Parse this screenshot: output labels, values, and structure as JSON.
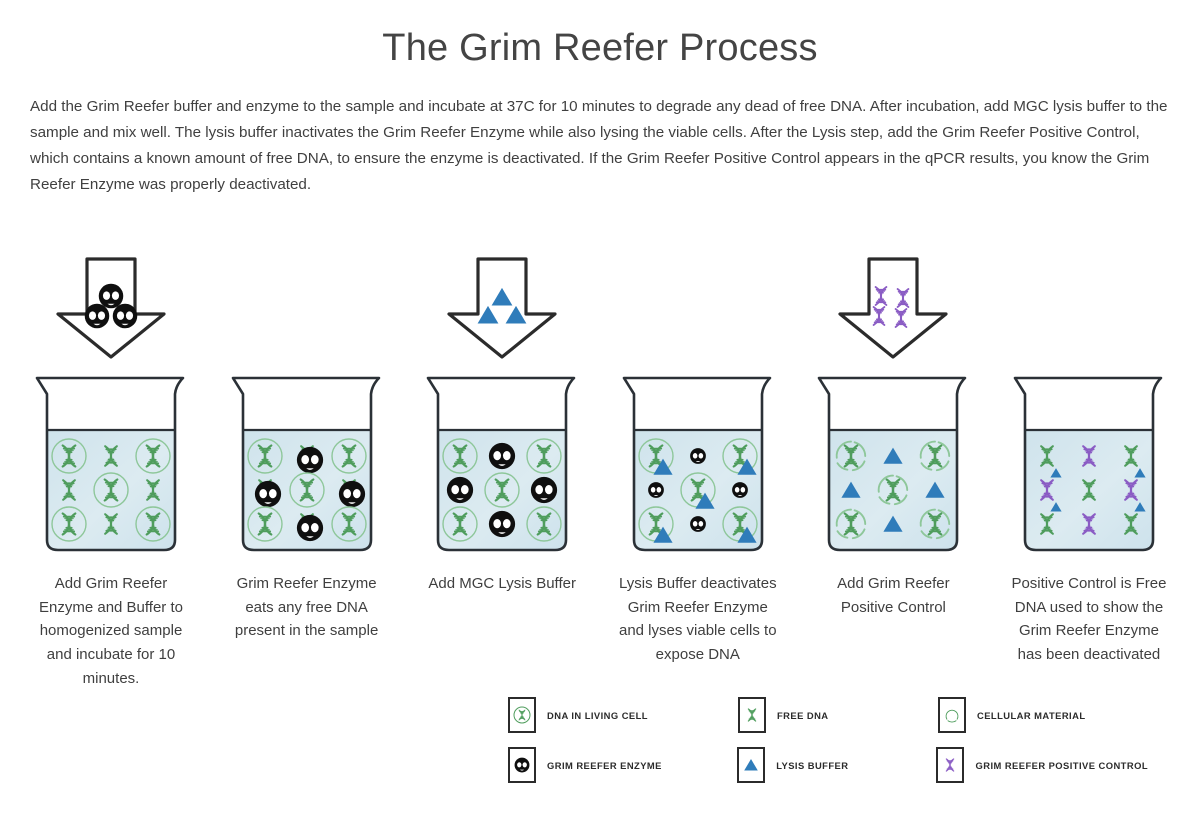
{
  "title": "The Grim Reefer Process",
  "intro": "Add the Grim Reefer buffer and enzyme to the sample and incubate at 37C for 10 minutes to degrade any dead of free DNA. After incubation, add MGC lysis buffer to the sample and mix well. The lysis buffer inactivates the Grim Reefer Enzyme while also lysing the viable cells. After the Lysis step, add the Grim Reefer Positive Control, which contains a known amount of free DNA, to ensure the enzyme is deactivated. If the Grim Reefer Positive Control appears in the qPCR results, you know the Grim Reefer Enzyme was properly deactivated.",
  "colors": {
    "dna_green": "#4f9d5d",
    "dna_purple": "#8a5cc4",
    "liquid_blue": "#d8e8ef",
    "triangle_blue": "#2f7cba",
    "outline_dark": "#2b2b2b",
    "cell_outline": "#8ec79a",
    "text": "#3c3c3c"
  },
  "steps": [
    {
      "id": "step-1",
      "caption": "Add Grim Reefer Enzyme and Buffer to homogenized sample and incubate for 10 minutes.",
      "arrow": {
        "present": true,
        "payload": "grim-reefer-enzyme",
        "payload_count": 3
      },
      "beaker": {
        "contents": [
          {
            "kind": "dna-in-living-cell",
            "col": 0,
            "row": 0
          },
          {
            "kind": "free-dna",
            "col": 1,
            "row": 0
          },
          {
            "kind": "dna-in-living-cell",
            "col": 2,
            "row": 0
          },
          {
            "kind": "free-dna",
            "col": 0,
            "row": 1
          },
          {
            "kind": "dna-in-living-cell",
            "col": 1,
            "row": 1
          },
          {
            "kind": "free-dna",
            "col": 2,
            "row": 1
          },
          {
            "kind": "dna-in-living-cell",
            "col": 0,
            "row": 2
          },
          {
            "kind": "free-dna",
            "col": 1,
            "row": 2
          },
          {
            "kind": "dna-in-living-cell",
            "col": 2,
            "row": 2
          }
        ]
      }
    },
    {
      "id": "step-2",
      "caption": "Grim Reefer Enzyme eats any free DNA present in the sample",
      "arrow": {
        "present": false
      },
      "beaker": {
        "contents": [
          {
            "kind": "dna-in-living-cell",
            "col": 0,
            "row": 0
          },
          {
            "kind": "free-dna",
            "col": 1,
            "row": 0
          },
          {
            "kind": "grim-reefer-enzyme",
            "col": 1,
            "row": 0,
            "offset": true
          },
          {
            "kind": "dna-in-living-cell",
            "col": 2,
            "row": 0
          },
          {
            "kind": "free-dna",
            "col": 0,
            "row": 1
          },
          {
            "kind": "grim-reefer-enzyme",
            "col": 0,
            "row": 1,
            "offset": true
          },
          {
            "kind": "dna-in-living-cell",
            "col": 1,
            "row": 1
          },
          {
            "kind": "free-dna",
            "col": 2,
            "row": 1
          },
          {
            "kind": "grim-reefer-enzyme",
            "col": 2,
            "row": 1,
            "offset": true
          },
          {
            "kind": "dna-in-living-cell",
            "col": 0,
            "row": 2
          },
          {
            "kind": "free-dna",
            "col": 1,
            "row": 2
          },
          {
            "kind": "grim-reefer-enzyme",
            "col": 1,
            "row": 2,
            "offset": true
          },
          {
            "kind": "dna-in-living-cell",
            "col": 2,
            "row": 2
          }
        ]
      }
    },
    {
      "id": "step-3",
      "caption": "Add MGC Lysis Buffer",
      "arrow": {
        "present": true,
        "payload": "lysis-buffer",
        "payload_count": 3
      },
      "beaker": {
        "contents": [
          {
            "kind": "dna-in-living-cell",
            "col": 0,
            "row": 0
          },
          {
            "kind": "grim-reefer-enzyme",
            "col": 1,
            "row": 0
          },
          {
            "kind": "dna-in-living-cell",
            "col": 2,
            "row": 0
          },
          {
            "kind": "grim-reefer-enzyme",
            "col": 0,
            "row": 1
          },
          {
            "kind": "dna-in-living-cell",
            "col": 1,
            "row": 1
          },
          {
            "kind": "grim-reefer-enzyme",
            "col": 2,
            "row": 1
          },
          {
            "kind": "dna-in-living-cell",
            "col": 0,
            "row": 2
          },
          {
            "kind": "grim-reefer-enzyme",
            "col": 1,
            "row": 2
          },
          {
            "kind": "dna-in-living-cell",
            "col": 2,
            "row": 2
          }
        ]
      }
    },
    {
      "id": "step-4",
      "caption": "Lysis Buffer deactivates Grim Reefer Enzyme and lyses viable cells to expose DNA",
      "arrow": {
        "present": false
      },
      "beaker": {
        "contents": [
          {
            "kind": "dna-in-living-cell",
            "col": 0,
            "row": 0
          },
          {
            "kind": "lysis-buffer",
            "col": 0,
            "row": 0,
            "offset": true
          },
          {
            "kind": "grim-reefer-enzyme-small",
            "col": 1,
            "row": 0
          },
          {
            "kind": "dna-in-living-cell",
            "col": 2,
            "row": 0
          },
          {
            "kind": "lysis-buffer",
            "col": 2,
            "row": 0,
            "offset": true
          },
          {
            "kind": "grim-reefer-enzyme-small",
            "col": 0,
            "row": 1
          },
          {
            "kind": "dna-in-living-cell",
            "col": 1,
            "row": 1
          },
          {
            "kind": "lysis-buffer",
            "col": 1,
            "row": 1,
            "offset": true
          },
          {
            "kind": "grim-reefer-enzyme-small",
            "col": 2,
            "row": 1
          },
          {
            "kind": "dna-in-living-cell",
            "col": 0,
            "row": 2
          },
          {
            "kind": "lysis-buffer",
            "col": 0,
            "row": 2,
            "offset": true
          },
          {
            "kind": "grim-reefer-enzyme-small",
            "col": 1,
            "row": 2
          },
          {
            "kind": "dna-in-living-cell",
            "col": 2,
            "row": 2
          },
          {
            "kind": "lysis-buffer",
            "col": 2,
            "row": 2,
            "offset": true
          }
        ]
      }
    },
    {
      "id": "step-5",
      "caption": "Add Grim Reefer Positive Control",
      "arrow": {
        "present": true,
        "payload": "grim-reefer-positive-control",
        "payload_count": 4
      },
      "beaker": {
        "contents": [
          {
            "kind": "lysed-cell",
            "col": 0,
            "row": 0
          },
          {
            "kind": "lysis-buffer",
            "col": 1,
            "row": 0
          },
          {
            "kind": "lysed-cell",
            "col": 2,
            "row": 0
          },
          {
            "kind": "lysis-buffer",
            "col": 0,
            "row": 1
          },
          {
            "kind": "lysed-cell",
            "col": 1,
            "row": 1
          },
          {
            "kind": "lysis-buffer",
            "col": 2,
            "row": 1
          },
          {
            "kind": "lysed-cell",
            "col": 0,
            "row": 2
          },
          {
            "kind": "lysis-buffer",
            "col": 1,
            "row": 2
          },
          {
            "kind": "lysed-cell",
            "col": 2,
            "row": 2
          }
        ]
      }
    },
    {
      "id": "step-6",
      "caption": "Positive Control is Free DNA used to show the Grim Reefer Enzyme has been deactivated",
      "arrow": {
        "present": false
      },
      "beaker": {
        "contents": [
          {
            "kind": "free-dna",
            "col": 0,
            "row": 0
          },
          {
            "kind": "positive-control-dna",
            "col": 1,
            "row": 0
          },
          {
            "kind": "free-dna",
            "col": 2,
            "row": 0
          },
          {
            "kind": "lysis-buffer-small",
            "col": 0,
            "row": 0,
            "offset": true
          },
          {
            "kind": "lysis-buffer-small",
            "col": 2,
            "row": 0,
            "offset": true
          },
          {
            "kind": "positive-control-dna",
            "col": 0,
            "row": 1
          },
          {
            "kind": "free-dna",
            "col": 1,
            "row": 1
          },
          {
            "kind": "positive-control-dna",
            "col": 2,
            "row": 1
          },
          {
            "kind": "lysis-buffer-small",
            "col": 0,
            "row": 1,
            "offset": true
          },
          {
            "kind": "lysis-buffer-small",
            "col": 2,
            "row": 1,
            "offset": true
          },
          {
            "kind": "free-dna",
            "col": 0,
            "row": 2
          },
          {
            "kind": "positive-control-dna",
            "col": 1,
            "row": 2
          },
          {
            "kind": "free-dna",
            "col": 2,
            "row": 2
          }
        ]
      }
    }
  ],
  "legend": {
    "rows": [
      [
        {
          "icon": "dna-in-living-cell-icon",
          "label": "DNA IN LIVING CELL"
        },
        {
          "icon": "free-dna-icon",
          "label": "FREE DNA"
        },
        {
          "icon": "cellular-material-icon",
          "label": "CELLULAR MATERIAL"
        }
      ],
      [
        {
          "icon": "grim-reefer-enzyme-icon",
          "label": "GRIM REEFER ENZYME"
        },
        {
          "icon": "lysis-buffer-icon",
          "label": "LYSIS BUFFER"
        },
        {
          "icon": "grim-reefer-positive-control-icon",
          "label": "GRIM REEFER POSITIVE CONTROL"
        }
      ]
    ]
  }
}
